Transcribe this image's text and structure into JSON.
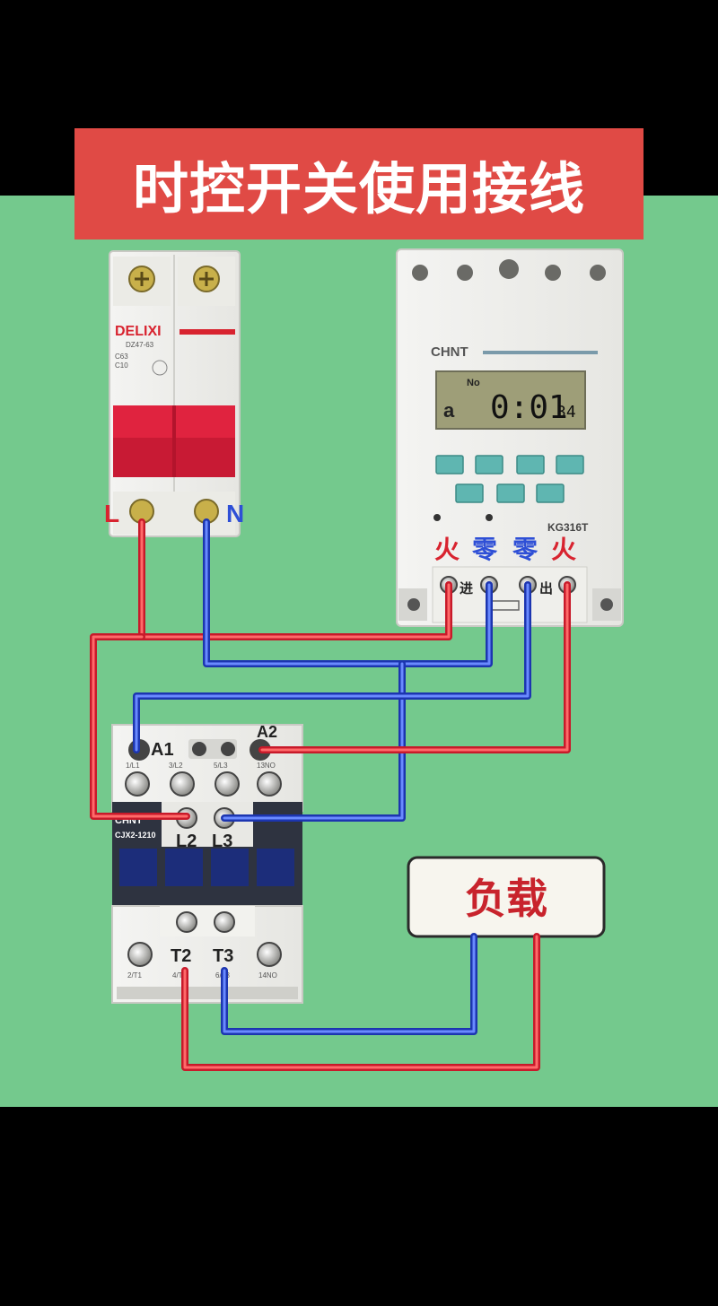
{
  "title": "时控开关使用接线",
  "breaker": {
    "brand": "DELIXI",
    "model": "DZ47-63",
    "spec1": "C63",
    "spec2": "C10",
    "l_label": "L",
    "n_label": "N"
  },
  "timer": {
    "brand": "CHNT",
    "model": "KG316T",
    "lcd_no": "No",
    "lcd_left": "a",
    "lcd_time": "0:01",
    "lcd_sec": "34",
    "terminal_labels": [
      "火",
      "零",
      "零",
      "火"
    ],
    "in_label": "进",
    "out_label": "出"
  },
  "contactor": {
    "brand": "CHNT",
    "model": "CJX2-1210",
    "a1": "A1",
    "a2": "A2",
    "top_small": [
      "1/L1",
      "3/L2",
      "5/L3",
      "13NO"
    ],
    "l2": "L2",
    "l3": "L3",
    "t2": "T2",
    "t3": "T3",
    "bottom_small": [
      "2/T1",
      "4/T2",
      "6/T3",
      "14NO"
    ]
  },
  "load": {
    "label": "负载"
  },
  "colors": {
    "panel_bg": "#74c98d",
    "banner_bg": "#e04a45",
    "live_wire": "#e8333d",
    "neutral_wire": "#2e4fd6",
    "breaker_handle": "#e0233f"
  }
}
